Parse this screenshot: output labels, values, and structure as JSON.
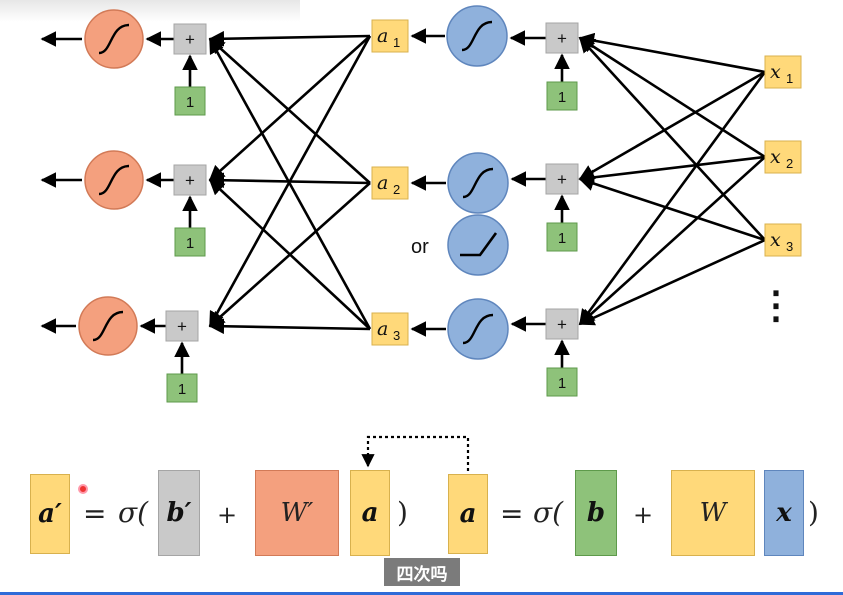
{
  "diagram": {
    "left_inputs": [
      {
        "symbol": "a",
        "subscript": "1"
      },
      {
        "symbol": "a",
        "subscript": "2"
      },
      {
        "symbol": "a",
        "subscript": "3"
      }
    ],
    "right_inputs": [
      {
        "symbol": "x",
        "subscript": "1"
      },
      {
        "symbol": "x",
        "subscript": "2"
      },
      {
        "symbol": "x",
        "subscript": "3"
      }
    ],
    "plus_label": "+",
    "bias_label": "1",
    "or_label": "or",
    "ellipsis": "⋮",
    "colors": {
      "sigmoid_out": "#f4a07e",
      "sigmoid_hidden": "#8fb1dc",
      "plus_box": "#c9c9c9",
      "bias_box": "#8ec27a",
      "label_box": "#ffd97a"
    }
  },
  "equation": {
    "lhs1": "a′",
    "eq1": "=",
    "sigma1": "σ(",
    "b_prime": "b′",
    "plus1": "+",
    "W_prime": "W′",
    "a_in": "a",
    "close1": ")",
    "lhs2": "a",
    "eq2": "=",
    "sigma2": "σ(",
    "b": "b",
    "plus2": "+",
    "W": "W",
    "x": "x",
    "close2": ")"
  },
  "caption": "四次吗"
}
